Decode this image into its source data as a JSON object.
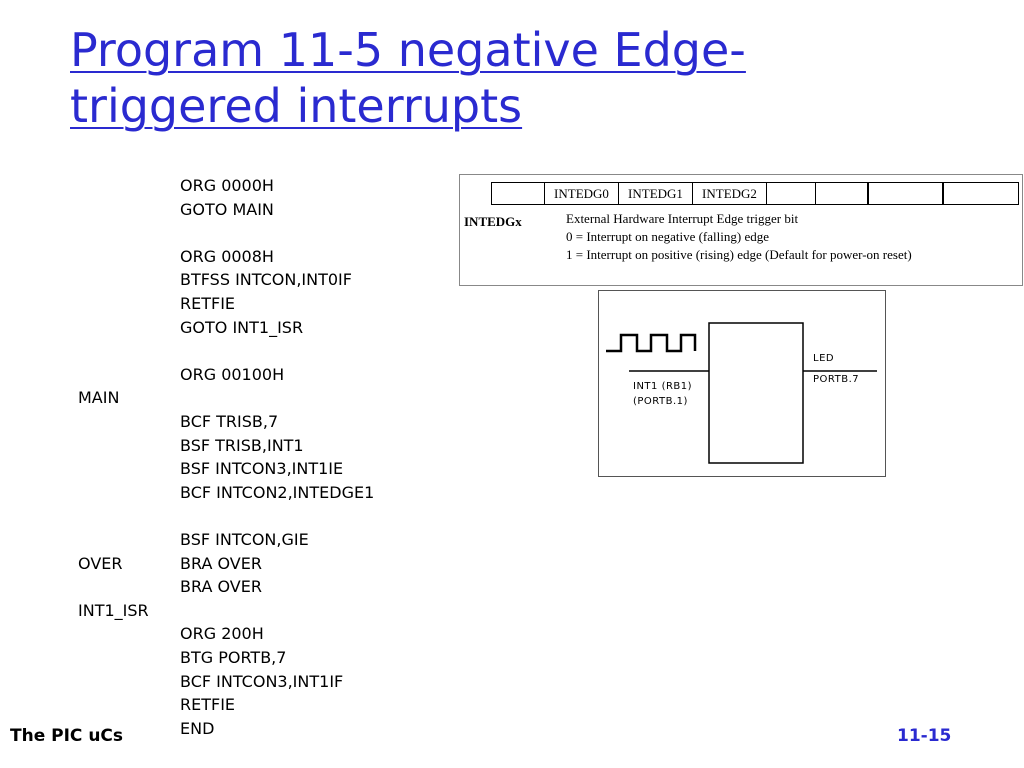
{
  "slide": {
    "title": "Program 11-5 negative Edge-triggered interrupts",
    "code": [
      {
        "label": "",
        "instr": "ORG 0000H"
      },
      {
        "label": "",
        "instr": "GOTO MAIN"
      },
      {
        "label": "",
        "instr": ""
      },
      {
        "label": "",
        "instr": "ORG 0008H"
      },
      {
        "label": "",
        "instr": "BTFSS INTCON,INT0IF"
      },
      {
        "label": "",
        "instr": "RETFIE"
      },
      {
        "label": "",
        "instr": "GOTO INT1_ISR"
      },
      {
        "label": "",
        "instr": ""
      },
      {
        "label": "",
        "instr": "ORG 00100H"
      },
      {
        "label": "MAIN",
        "instr": ""
      },
      {
        "label": "",
        "instr": "BCF TRISB,7"
      },
      {
        "label": "",
        "instr": "BSF TRISB,INT1"
      },
      {
        "label": "",
        "instr": "BSF INTCON3,INT1IE"
      },
      {
        "label": "",
        "instr": "BCF INTCON2,INTEDGE1"
      },
      {
        "label": "",
        "instr": ""
      },
      {
        "label": "",
        "instr": "BSF INTCON,GIE"
      },
      {
        "label": "OVER",
        "instr": "BRA OVER"
      },
      {
        "label": "",
        "instr": "BRA OVER"
      },
      {
        "label": "INT1_ISR",
        "instr": ""
      },
      {
        "label": "",
        "instr": "ORG 200H"
      },
      {
        "label": "",
        "instr": "BTG PORTB,7"
      },
      {
        "label": "",
        "instr": "BCF INTCON3,INT1IF"
      },
      {
        "label": "",
        "instr": "RETFIE"
      },
      {
        "label": "",
        "instr": "END"
      }
    ],
    "register": {
      "bits": [
        "",
        "INTEDG0",
        "INTEDG1",
        "INTEDG2",
        "",
        "",
        "",
        ""
      ],
      "name": "INTEDGx",
      "desc": [
        "External Hardware Interrupt Edge trigger bit",
        "0 = Interrupt on negative (falling) edge",
        "1 = Interrupt on positive (rising) edge (Default for power-on reset)"
      ]
    },
    "circuit": {
      "input_label_1": "INT1 (RB1)",
      "input_label_2": "(PORTB.1)",
      "output_label_1": "LED",
      "output_label_2": "PORTB.7"
    },
    "footer": {
      "left": "The PIC uCs",
      "right": "11-15"
    }
  }
}
